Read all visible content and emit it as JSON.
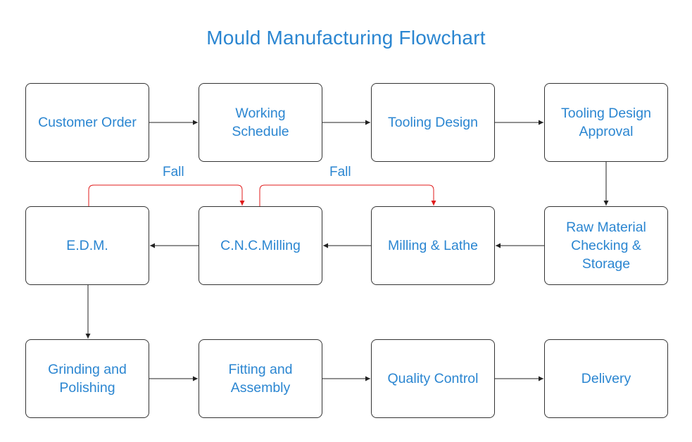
{
  "title": "Mould Manufacturing Flowchart",
  "nodes": {
    "customer_order": "Customer Order",
    "working_schedule": "Working\nSchedule",
    "tooling_design": "Tooling Design",
    "tooling_design_approval": "Tooling Design\nApproval",
    "edm": "E.D.M.",
    "cnc_milling": "C.N.C.Milling",
    "milling_lathe": "Milling & Lathe",
    "raw_material": "Raw Material\nChecking &\nStorage",
    "grinding_polishing": "Grinding and\nPolishing",
    "fitting_assembly": "Fitting and\nAssembly",
    "quality_control": "Quality Control",
    "delivery": "Delivery"
  },
  "fail_labels": {
    "left": "Fall",
    "right": "Fall"
  },
  "colors": {
    "text": "#2b86d1",
    "border": "#333333",
    "arrow": "#222222",
    "fail_arrow": "#e01b1b"
  }
}
